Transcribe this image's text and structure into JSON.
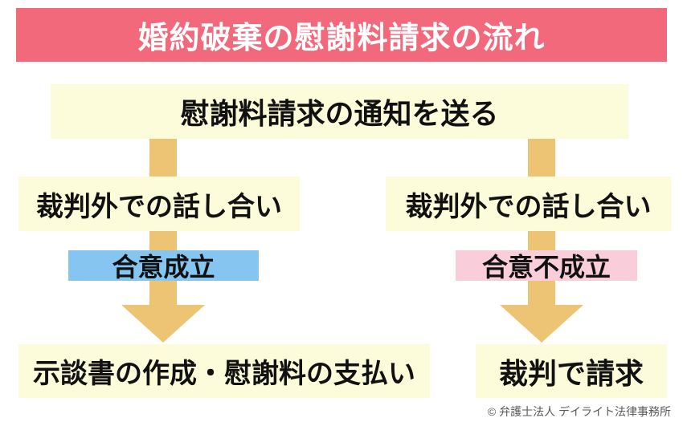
{
  "page": {
    "title": "婚約破棄の慰謝料請求の流れ",
    "copyright": "© 弁護士法人 デイライト法律事務所"
  },
  "flow": {
    "step1": "慰謝料請求の通知を送る",
    "left_branch": {
      "discussion": "裁判外での話し合い",
      "outcome": "合意成立",
      "result": "示談書の作成・慰謝料の支払い"
    },
    "right_branch": {
      "discussion": "裁判外での話し合い",
      "outcome": "合意不成立",
      "result": "裁判で請求"
    }
  },
  "colors": {
    "header_bg": "#f2697c",
    "step_box_bg": "#fdfcda",
    "arrow": "#ecc473",
    "agree_bg": "#86c5ef",
    "disagree_bg": "#f9cdd9",
    "text": "#111111",
    "copyright": "#595959"
  }
}
